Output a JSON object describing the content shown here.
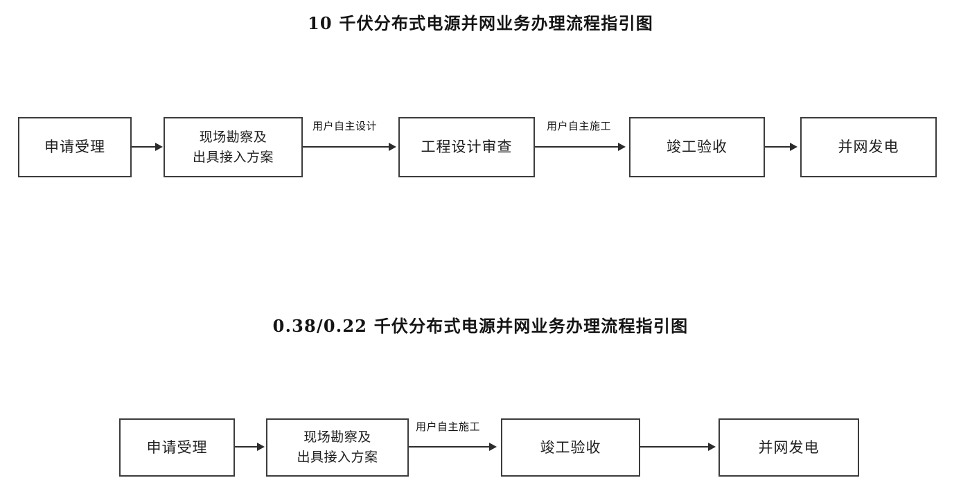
{
  "document": {
    "background_color": "#ffffff",
    "text_color": "#1a1a1a",
    "border_color": "#3c3c3c",
    "arrow_color": "#2b2b2b"
  },
  "diagrams": [
    {
      "id": "diagram-10kv",
      "title": "10 千伏分布式电源并网业务办理流程指引图",
      "nodes": [
        {
          "id": "node-1",
          "label": "申请受理"
        },
        {
          "id": "node-2",
          "label": "现场勘察及\n出具接入方案"
        },
        {
          "id": "node-3",
          "label": "工程设计审查"
        },
        {
          "id": "node-4",
          "label": "竣工验收"
        },
        {
          "id": "node-5",
          "label": "并网发电"
        }
      ],
      "edges": [
        {
          "id": "edge-1",
          "from": "node-1",
          "to": "node-2",
          "label": ""
        },
        {
          "id": "edge-2",
          "from": "node-2",
          "to": "node-3",
          "label": "用户自主设计"
        },
        {
          "id": "edge-3",
          "from": "node-3",
          "to": "node-4",
          "label": "用户自主施工"
        },
        {
          "id": "edge-4",
          "from": "node-4",
          "to": "node-5",
          "label": ""
        }
      ]
    },
    {
      "id": "diagram-380v",
      "title": "0.38/0.22 千伏分布式电源并网业务办理流程指引图",
      "nodes": [
        {
          "id": "node-1",
          "label": "申请受理"
        },
        {
          "id": "node-2",
          "label": "现场勘察及\n出具接入方案"
        },
        {
          "id": "node-3",
          "label": "竣工验收"
        },
        {
          "id": "node-4",
          "label": "并网发电"
        }
      ],
      "edges": [
        {
          "id": "edge-1",
          "from": "node-1",
          "to": "node-2",
          "label": ""
        },
        {
          "id": "edge-2",
          "from": "node-2",
          "to": "node-3",
          "label": "用户自主施工"
        },
        {
          "id": "edge-3",
          "from": "node-3",
          "to": "node-4",
          "label": ""
        }
      ]
    }
  ]
}
